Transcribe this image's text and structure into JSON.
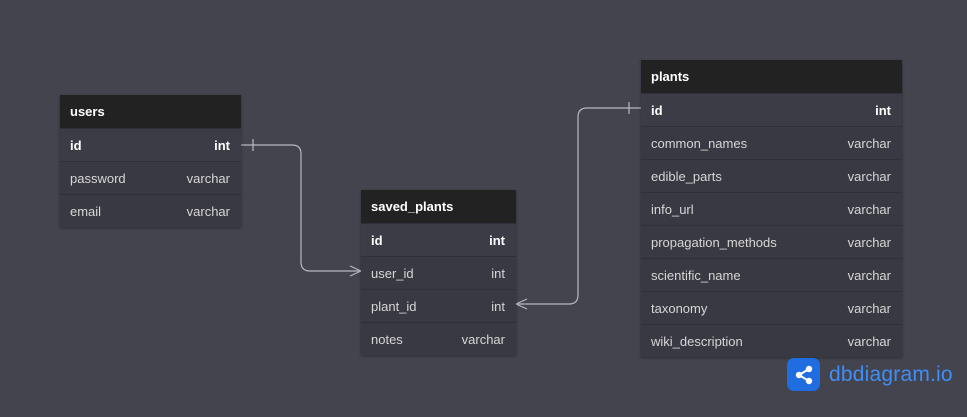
{
  "tables": {
    "users": {
      "name": "users",
      "fields": [
        {
          "name": "id",
          "type": "int",
          "pk": true
        },
        {
          "name": "password",
          "type": "varchar",
          "pk": false
        },
        {
          "name": "email",
          "type": "varchar",
          "pk": false
        }
      ]
    },
    "saved_plants": {
      "name": "saved_plants",
      "fields": [
        {
          "name": "id",
          "type": "int",
          "pk": true
        },
        {
          "name": "user_id",
          "type": "int",
          "pk": false
        },
        {
          "name": "plant_id",
          "type": "int",
          "pk": false
        },
        {
          "name": "notes",
          "type": "varchar",
          "pk": false
        }
      ]
    },
    "plants": {
      "name": "plants",
      "fields": [
        {
          "name": "id",
          "type": "int",
          "pk": true
        },
        {
          "name": "common_names",
          "type": "varchar",
          "pk": false
        },
        {
          "name": "edible_parts",
          "type": "varchar",
          "pk": false
        },
        {
          "name": "info_url",
          "type": "varchar",
          "pk": false
        },
        {
          "name": "propagation_methods",
          "type": "varchar",
          "pk": false
        },
        {
          "name": "scientific_name",
          "type": "varchar",
          "pk": false
        },
        {
          "name": "taxonomy",
          "type": "varchar",
          "pk": false
        },
        {
          "name": "wiki_description",
          "type": "varchar",
          "pk": false
        }
      ]
    }
  },
  "relationships": [
    {
      "from": "users.id",
      "to": "saved_plants.user_id",
      "from_end": "one",
      "to_end": "many"
    },
    {
      "from": "plants.id",
      "to": "saved_plants.plant_id",
      "from_end": "one",
      "to_end": "many"
    }
  ],
  "brand": {
    "name": "dbdiagram.io",
    "logo_icon": "share-nodes-icon"
  },
  "colors": {
    "background": "#44444e",
    "header": "#222222",
    "body": "#393943",
    "connector": "#b8b8c0",
    "brand": "#3f8ef5"
  }
}
